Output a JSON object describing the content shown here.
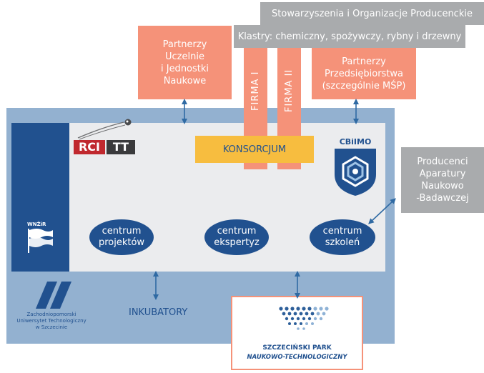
{
  "top": {
    "associations": "Stowarzyszenia i Organizacje Producenckie",
    "clusters": "Klastry: chemiczny, spożywczy, rybny i drzewny"
  },
  "partners": {
    "universities": [
      "Partnerzy",
      "Uczelnie",
      "i Jednostki",
      "Naukowe"
    ],
    "enterprises": [
      "Partnerzy",
      "Przedsiębiorstwa",
      "(szczególnie MŚP)"
    ]
  },
  "firms": [
    "FIRMA I",
    "FIRMA II"
  ],
  "consortium": "KONSORCJUM",
  "logos": {
    "rci_left": "RCI",
    "rci_right": "TT",
    "cbimo": "CBiIMO",
    "wnzir": "WNŽiR",
    "zut": [
      "Zachodniopomorski",
      "Uniwersytet Technologiczny",
      "w Szczecinie"
    ],
    "park": [
      "SZCZECIŃSKI PARK",
      "NAUKOWO-TECHNOLOGICZNY"
    ]
  },
  "centers": [
    [
      "centrum",
      "projektów"
    ],
    [
      "centrum",
      "ekspertyz"
    ],
    [
      "centrum",
      "szkoleń"
    ]
  ],
  "producers": [
    "Producenci",
    "Aparatury",
    "Naukowo",
    "-Badawczej"
  ],
  "incubators": "INKUBATORY",
  "colors": {
    "outer_frame": "#93b1d0",
    "inner_panel": "#ebecee",
    "dark_blue": "#21518f",
    "salmon": "#f59279",
    "gray": "#a9abad",
    "gold": "#f7bd3f"
  }
}
